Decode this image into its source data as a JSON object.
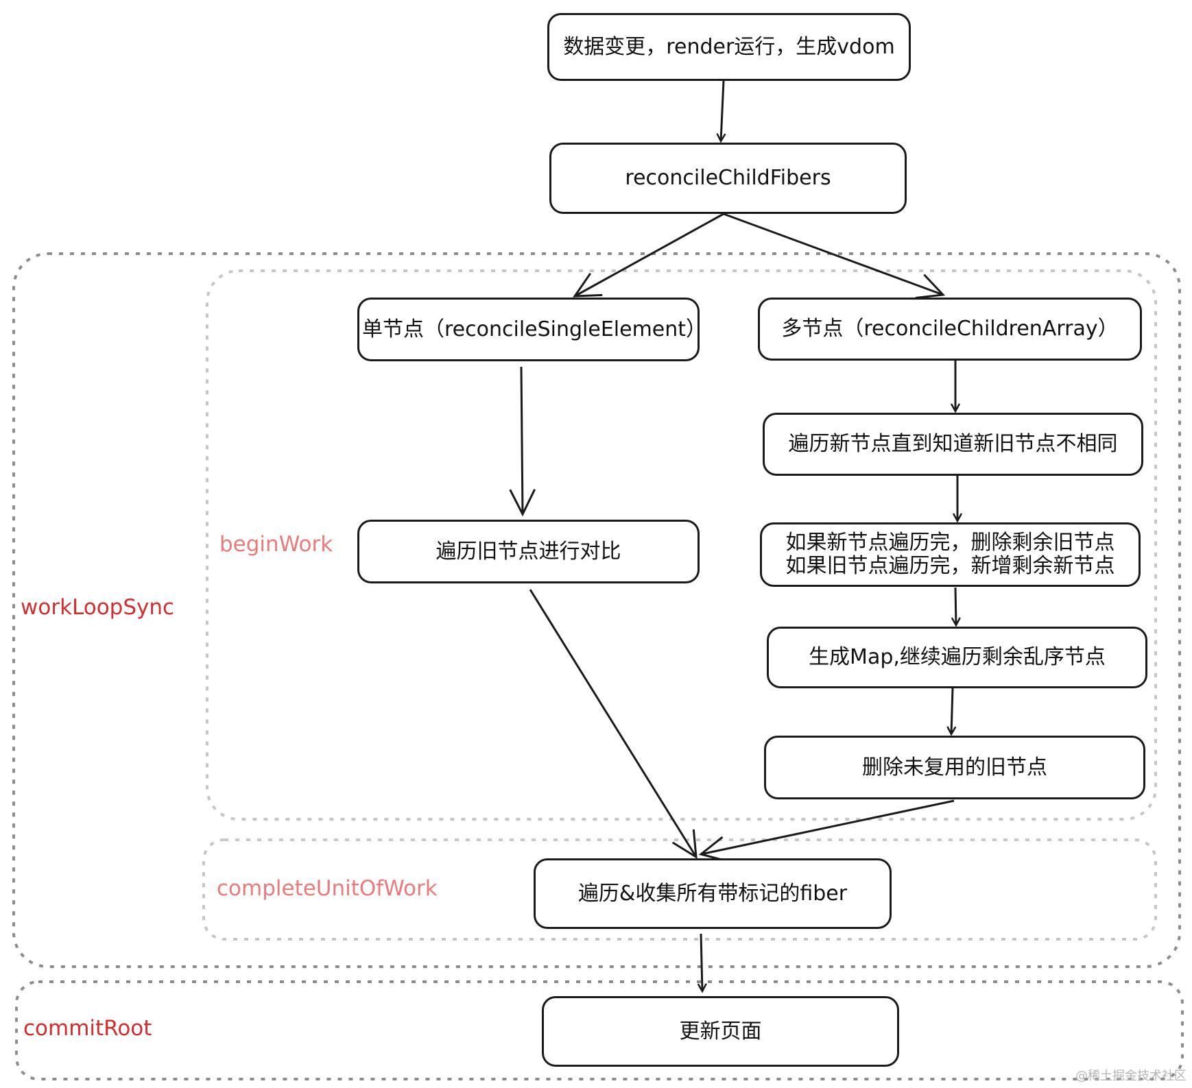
{
  "colors": {
    "outer_label": "#d32d2f",
    "inner_label": "#ec7a7a",
    "group_outer_border": "#8c8c8c",
    "group_inner_border": "#c6c6c6",
    "node_border": "#1a1a1a"
  },
  "groups": {
    "work_loop_sync": "workLoopSync",
    "begin_work": "beginWork",
    "complete_unit_of_work": "completeUnitOfWork",
    "commit_root": "commitRoot"
  },
  "nodes": {
    "start": "数据变更，render运行，生成vdom",
    "reconcile_child_fibers": "reconcileChildFibers",
    "single_node": "单节点（reconcileSingleElement）",
    "multi_node": "多节点（reconcileChildrenArray）",
    "traverse_new": "遍历新节点直到知道新旧节点不相同",
    "if_done_line1": "如果新节点遍历完，删除剩余旧节点",
    "if_done_line2": "如果旧节点遍历完，新增剩余新节点",
    "gen_map": "生成Map,继续遍历剩余乱序节点",
    "delete_unused": "删除未复用的旧节点",
    "compare_old": "遍历旧节点进行对比",
    "collect": "遍历&收集所有带标记的fiber",
    "update_page": "更新页面"
  },
  "watermark": "@稀土掘金技术社区"
}
